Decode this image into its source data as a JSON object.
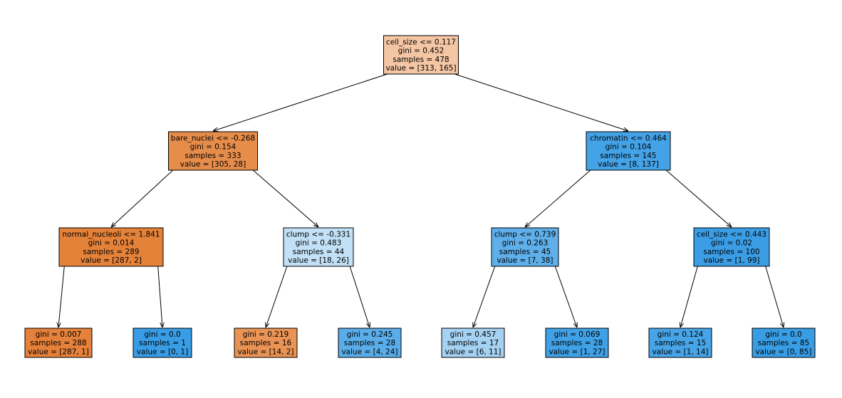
{
  "tree": {
    "nodes": [
      {
        "id": "root",
        "lines": [
          "cell_size <= 0.117",
          "gini = 0.452",
          "samples = 478",
          "value = [313, 165]"
        ],
        "fill": "#f4c6a4"
      },
      {
        "id": "n1",
        "lines": [
          "bare_nuclei <= -0.268",
          "gini = 0.154",
          "samples = 333",
          "value = [305, 28]"
        ],
        "fill": "#e78d4b"
      },
      {
        "id": "n2",
        "lines": [
          "chromatin <= 0.464",
          "gini = 0.104",
          "samples = 145",
          "value = [8, 137]"
        ],
        "fill": "#44a3e7"
      },
      {
        "id": "n3",
        "lines": [
          "normal_nucleoli <= 1.841",
          "gini = 0.014",
          "samples = 289",
          "value = [287, 2]"
        ],
        "fill": "#e5823a"
      },
      {
        "id": "n4",
        "lines": [
          "clump <= -0.331",
          "gini = 0.483",
          "samples = 44",
          "value = [18, 26]"
        ],
        "fill": "#c2e1f7"
      },
      {
        "id": "n5",
        "lines": [
          "clump <= 0.739",
          "gini = 0.263",
          "samples = 45",
          "value = [7, 38]"
        ],
        "fill": "#5eafea"
      },
      {
        "id": "n6",
        "lines": [
          "cell_size <= 0.443",
          "gini = 0.02",
          "samples = 100",
          "value = [1, 99]"
        ],
        "fill": "#3b9ee5"
      },
      {
        "id": "n7",
        "lines": [
          "gini = 0.007",
          "samples = 288",
          "value = [287, 1]"
        ],
        "fill": "#e5813a"
      },
      {
        "id": "n8",
        "lines": [
          "gini = 0.0",
          "samples = 1",
          "value = [0, 1]"
        ],
        "fill": "#399de5"
      },
      {
        "id": "n9",
        "lines": [
          "gini = 0.219",
          "samples = 16",
          "value = [14, 2]"
        ],
        "fill": "#e99355"
      },
      {
        "id": "n10",
        "lines": [
          "gini = 0.245",
          "samples = 28",
          "value = [4, 24]"
        ],
        "fill": "#5aade9"
      },
      {
        "id": "n11",
        "lines": [
          "gini = 0.457",
          "samples = 17",
          "value = [6, 11]"
        ],
        "fill": "#a5d2f3"
      },
      {
        "id": "n12",
        "lines": [
          "gini = 0.069",
          "samples = 28",
          "value = [1, 27]"
        ],
        "fill": "#40a1e6"
      },
      {
        "id": "n13",
        "lines": [
          "gini = 0.124",
          "samples = 15",
          "value = [1, 14]"
        ],
        "fill": "#47a4e7"
      },
      {
        "id": "n14",
        "lines": [
          "gini = 0.0",
          "samples = 85",
          "value = [0, 85]"
        ],
        "fill": "#399de5"
      }
    ],
    "edges": [
      {
        "from": "root",
        "to": "n1"
      },
      {
        "from": "root",
        "to": "n2"
      },
      {
        "from": "n1",
        "to": "n3"
      },
      {
        "from": "n1",
        "to": "n4"
      },
      {
        "from": "n2",
        "to": "n5"
      },
      {
        "from": "n2",
        "to": "n6"
      },
      {
        "from": "n3",
        "to": "n7"
      },
      {
        "from": "n3",
        "to": "n8"
      },
      {
        "from": "n4",
        "to": "n9"
      },
      {
        "from": "n4",
        "to": "n10"
      },
      {
        "from": "n5",
        "to": "n11"
      },
      {
        "from": "n5",
        "to": "n12"
      },
      {
        "from": "n6",
        "to": "n13"
      },
      {
        "from": "n6",
        "to": "n14"
      }
    ]
  }
}
